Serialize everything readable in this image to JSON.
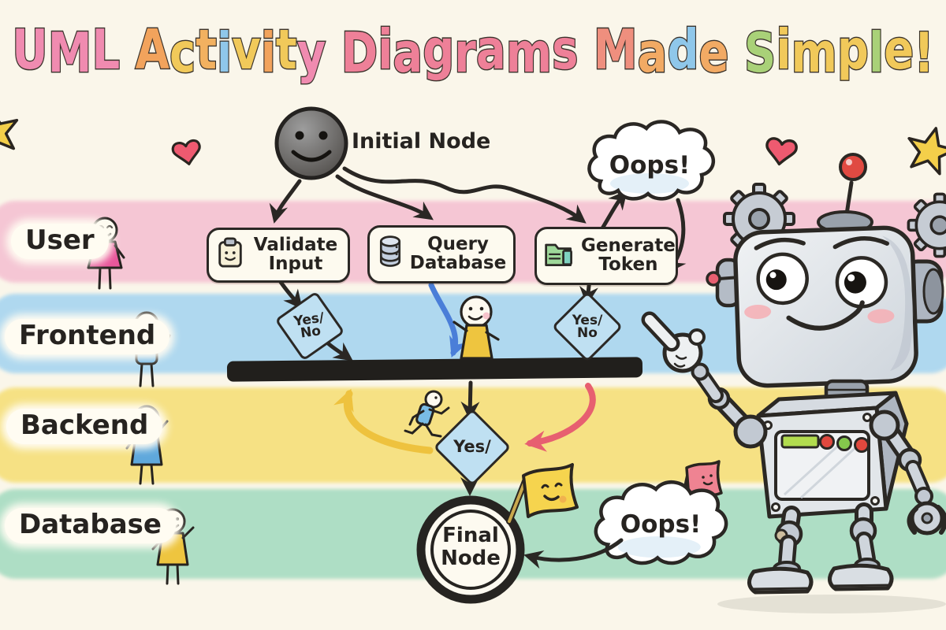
{
  "palette": {
    "ink": "#2b2824",
    "background": "#faf6ea",
    "lane_pink": "#f5c3d3",
    "lane_blue": "#a9d6f0",
    "lane_yellow": "#f6e07c",
    "lane_green": "#a8dcc2",
    "arrow_blue": "#4a7ed8",
    "arrow_yellow": "#eec23e",
    "arrow_red": "#e75f70",
    "node_fill": "#fdfaef",
    "diamond_fill": "#bfe0f2",
    "fork_bar": "#211f1c"
  },
  "title": {
    "text": "UML Activity Diagrams Made Simple!",
    "letters": [
      {
        "ch": "U",
        "c": "#f08bb0"
      },
      {
        "ch": "M",
        "c": "#f08bb0"
      },
      {
        "ch": "L",
        "c": "#f08bb0"
      },
      {
        "ch": " "
      },
      {
        "ch": "A",
        "c": "#f2a35c"
      },
      {
        "ch": "c",
        "c": "#f1c95a"
      },
      {
        "ch": "t",
        "c": "#f2b160"
      },
      {
        "ch": "i",
        "c": "#8fc7ea"
      },
      {
        "ch": "v",
        "c": "#f1c95a"
      },
      {
        "ch": "i",
        "c": "#f2a35c"
      },
      {
        "ch": "t",
        "c": "#f1c95a"
      },
      {
        "ch": "y",
        "c": "#f08bb0"
      },
      {
        "ch": " "
      },
      {
        "ch": "D",
        "c": "#ee8098"
      },
      {
        "ch": "i",
        "c": "#ee8098"
      },
      {
        "ch": "a",
        "c": "#ee8098"
      },
      {
        "ch": "g",
        "c": "#ee8098"
      },
      {
        "ch": "r",
        "c": "#ee8098"
      },
      {
        "ch": "a",
        "c": "#ee8098"
      },
      {
        "ch": "m",
        "c": "#ee8098"
      },
      {
        "ch": "s",
        "c": "#ee8098"
      },
      {
        "ch": " "
      },
      {
        "ch": "M",
        "c": "#ef8f7e"
      },
      {
        "ch": "a",
        "c": "#f2aa64"
      },
      {
        "ch": "d",
        "c": "#8fc7ea"
      },
      {
        "ch": "e",
        "c": "#f2aa64"
      },
      {
        "ch": " "
      },
      {
        "ch": "S",
        "c": "#a9d178"
      },
      {
        "ch": "i",
        "c": "#f1c95a"
      },
      {
        "ch": "m",
        "c": "#f1c95a"
      },
      {
        "ch": "p",
        "c": "#f1c95a"
      },
      {
        "ch": "l",
        "c": "#a9d178"
      },
      {
        "ch": "e",
        "c": "#f1c95a"
      },
      {
        "ch": "!",
        "c": "#f1c95a"
      }
    ]
  },
  "lanes": [
    {
      "label": "User",
      "color": "#f5c3d3"
    },
    {
      "label": "Frontend",
      "color": "#a9d6f0"
    },
    {
      "label": "Backend",
      "color": "#f6e07c"
    },
    {
      "label": "Database",
      "color": "#a8dcc2"
    }
  ],
  "nodes": {
    "initial_label": "Initial Node",
    "final_line1": "Final",
    "final_line2": "Node"
  },
  "activities": [
    {
      "line1": "Validate",
      "line2": "Input",
      "icon": "clipboard-icon"
    },
    {
      "line1": "Query",
      "line2": "Database",
      "icon": "database-icon"
    },
    {
      "line1": "Generate",
      "line2": "Token",
      "icon": "folder-icon"
    }
  ],
  "decisions": [
    {
      "line1": "Yes/",
      "line2": "No"
    },
    {
      "line1": "Yes/",
      "line2": "No"
    },
    {
      "line1": "Yes/",
      "line2": ""
    }
  ],
  "callouts": [
    {
      "text": "Oops!"
    },
    {
      "text": "Oops!"
    }
  ]
}
